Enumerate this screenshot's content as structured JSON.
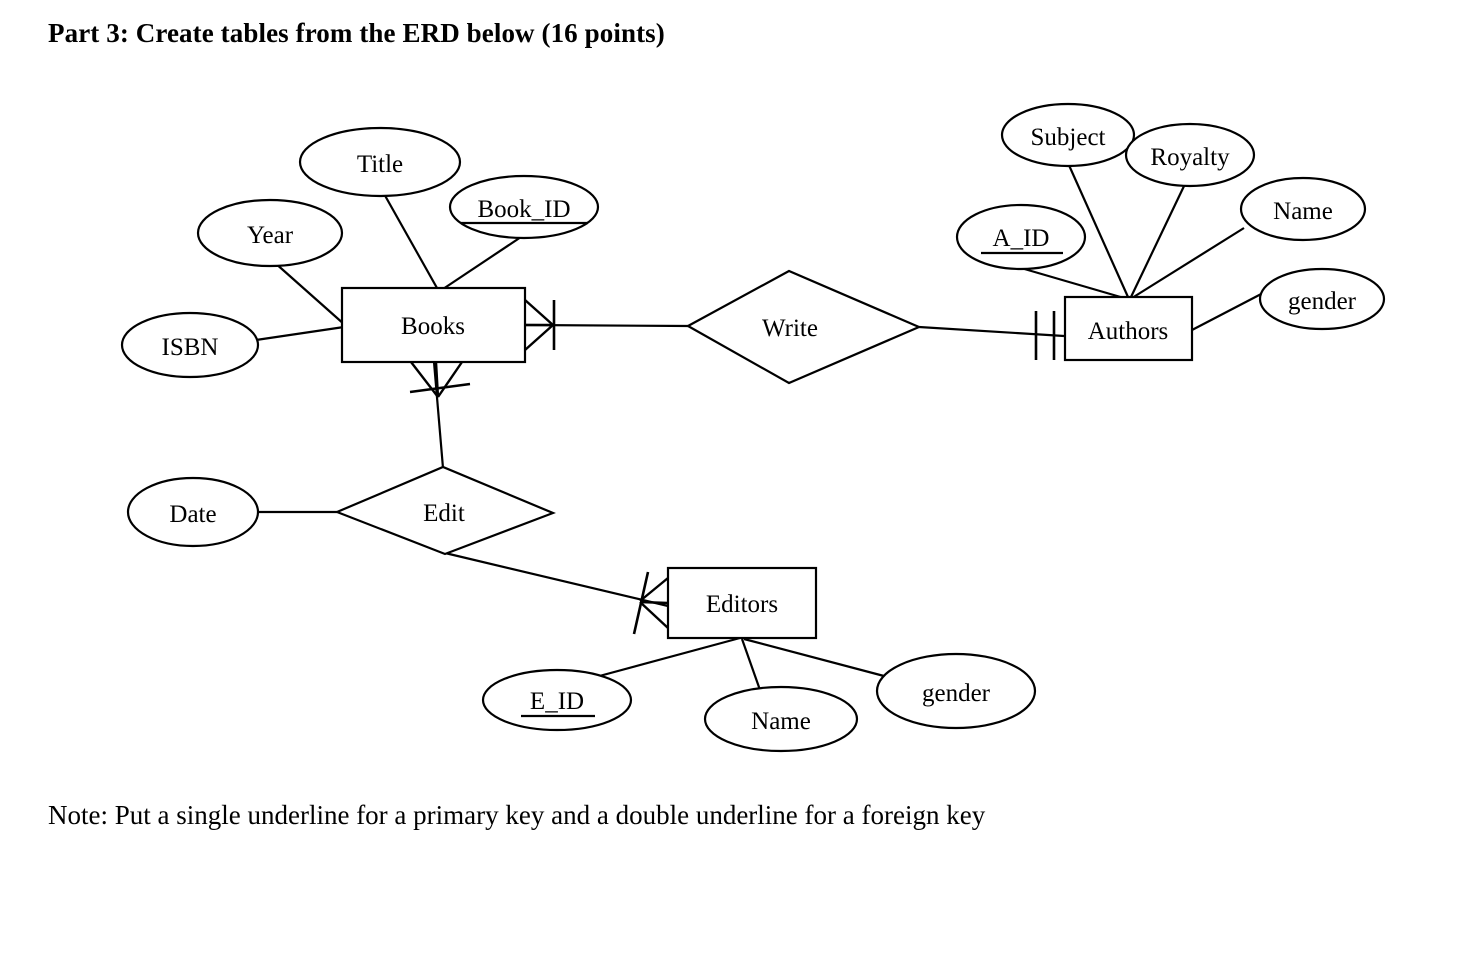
{
  "heading": "Part 3: Create tables from the ERD below (16 points)",
  "note": "Note: Put a single underline for a primary key and a double underline for a foreign key",
  "diagram": {
    "entities": [
      {
        "id": "books",
        "label": "Books"
      },
      {
        "id": "authors",
        "label": "Authors"
      },
      {
        "id": "editors",
        "label": "Editors"
      }
    ],
    "relationships": [
      {
        "id": "write",
        "label": "Write"
      },
      {
        "id": "edit",
        "label": "Edit"
      }
    ],
    "attributes": [
      {
        "id": "title",
        "label": "Title",
        "owner": "books",
        "key": false
      },
      {
        "id": "year",
        "label": "Year",
        "owner": "books",
        "key": false
      },
      {
        "id": "isbn",
        "label": "ISBN",
        "owner": "books",
        "key": false
      },
      {
        "id": "book_id",
        "label": "Book_ID",
        "owner": "books",
        "key": true
      },
      {
        "id": "subject",
        "label": "Subject",
        "owner": "authors",
        "key": false
      },
      {
        "id": "royalty",
        "label": "Royalty",
        "owner": "authors",
        "key": false
      },
      {
        "id": "a_id",
        "label": "A_ID",
        "owner": "authors",
        "key": true
      },
      {
        "id": "author_name",
        "label": "Name",
        "owner": "authors",
        "key": false
      },
      {
        "id": "author_gender",
        "label": "gender",
        "owner": "authors",
        "key": false
      },
      {
        "id": "date",
        "label": "Date",
        "owner": "edit",
        "key": false
      },
      {
        "id": "e_id",
        "label": "E_ID",
        "owner": "editors",
        "key": true
      },
      {
        "id": "editor_name",
        "label": "Name",
        "owner": "editors",
        "key": false
      },
      {
        "id": "editor_gender",
        "label": "gender",
        "owner": "editors",
        "key": false
      }
    ]
  },
  "colors": {
    "stroke": "#000000",
    "fill": "#ffffff",
    "text": "#000000"
  }
}
